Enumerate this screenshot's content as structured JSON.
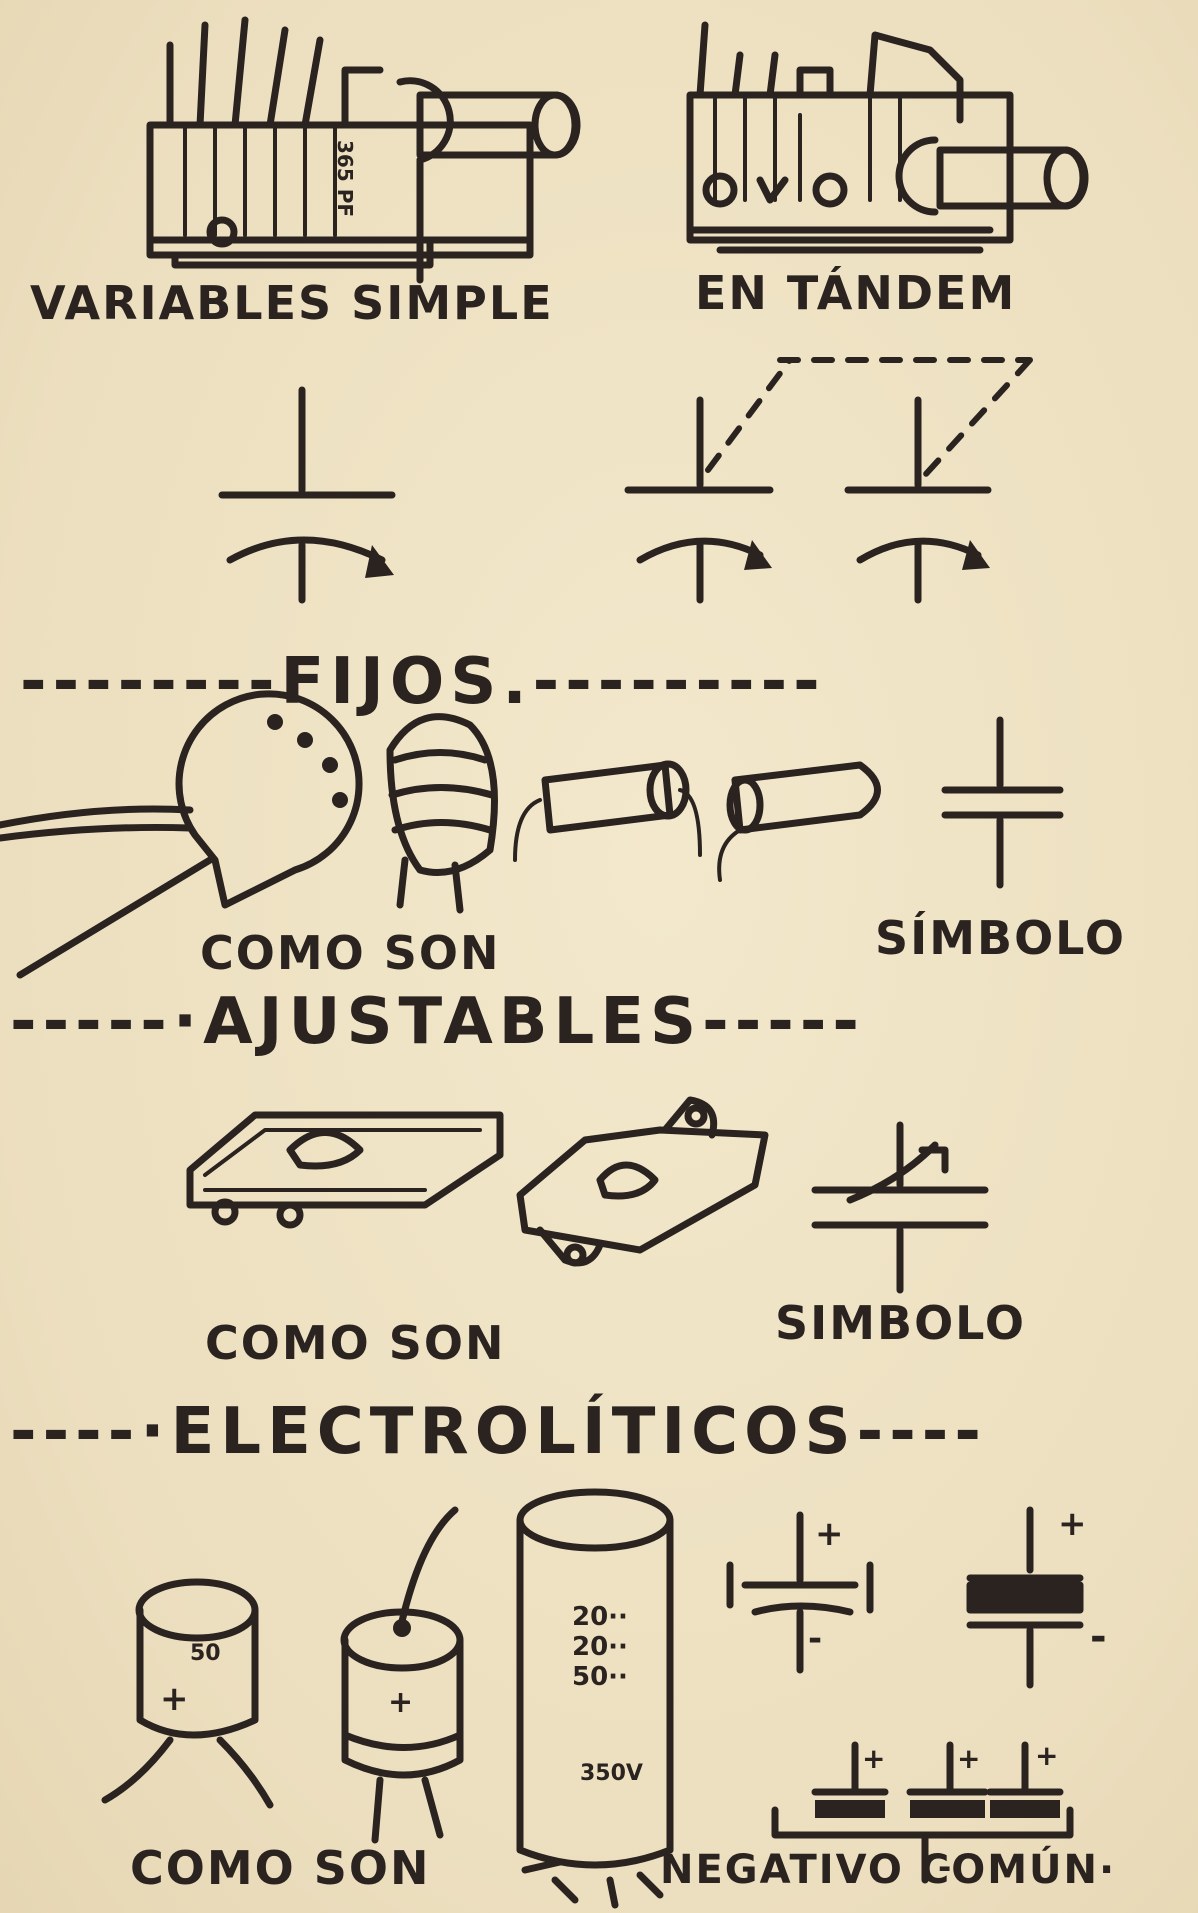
{
  "labels": {
    "variables_simple": "VARIABLES SIMPLE",
    "en_tandem": "EN TÁNDEM",
    "fijos": "--------FIJOS.---------",
    "fijos_como_son": "COMO SON",
    "fijos_simbolo": "SÍMBOLO",
    "ajustables": "-----·AJUSTABLES-----",
    "ajustables_como_son": "COMO SON",
    "ajustables_simbolo": "SIMBOLO",
    "electroliticos": "----·ELECTROLÍTICOS----",
    "electro_como_son": "COMO SON",
    "negativo_comun": "NEGATIVO COMÚN·"
  },
  "component_markings": {
    "variable_capacitor": "365 PF",
    "small_electrolytic": "50",
    "plus_sign": "+",
    "minus_sign": "-",
    "multi_section_values": [
      "20··",
      "20··",
      "50··"
    ],
    "multi_section_voltage": "350V"
  },
  "colors": {
    "paper": "#efe3c6",
    "ink": "#2a2320"
  }
}
